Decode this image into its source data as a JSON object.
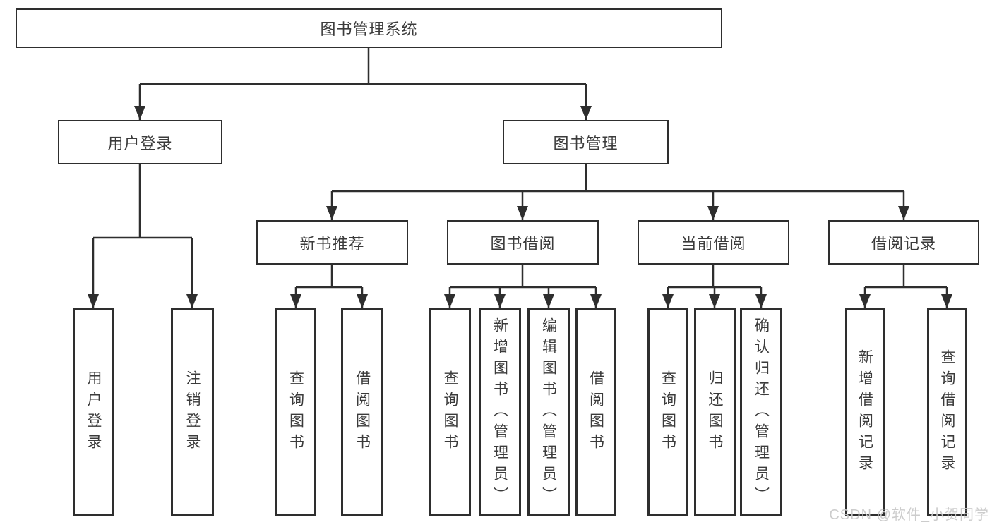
{
  "diagram": {
    "root": {
      "label": "图书管理系统"
    },
    "branches": [
      {
        "label": "用户登录",
        "leaves": [
          {
            "label": "用户登录"
          },
          {
            "label": "注销登录"
          }
        ]
      },
      {
        "label": "图书管理",
        "groups": [
          {
            "label": "新书推荐",
            "leaves": [
              {
                "label": "查询图书"
              },
              {
                "label": "借阅图书"
              }
            ]
          },
          {
            "label": "图书借阅",
            "leaves": [
              {
                "label": "查询图书"
              },
              {
                "label": "新增图书（管理员）"
              },
              {
                "label": "编辑图书（管理员）"
              },
              {
                "label": "借阅图书"
              }
            ]
          },
          {
            "label": "当前借阅",
            "leaves": [
              {
                "label": "查询图书"
              },
              {
                "label": "归还图书"
              },
              {
                "label": "确认归还（管理员）"
              }
            ]
          },
          {
            "label": "借阅记录",
            "leaves": [
              {
                "label": "新增借阅记录"
              },
              {
                "label": "查询借阅记录"
              }
            ]
          }
        ]
      }
    ]
  },
  "watermark": {
    "text": "CSDN @软件_小贺同学"
  },
  "colors": {
    "background": "#ffffff",
    "border": "#2e2e2e",
    "line": "#2e2e2e",
    "text": "#3b3b3b",
    "watermark": "#c9c9c9"
  }
}
